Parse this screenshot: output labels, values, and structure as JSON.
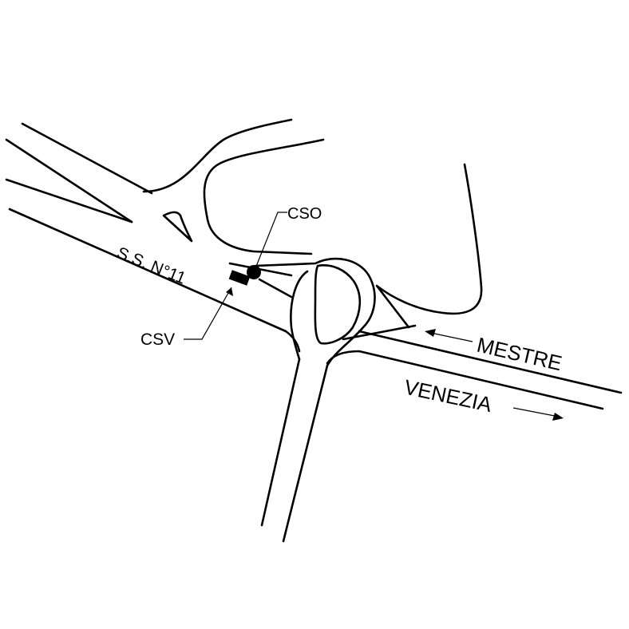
{
  "map": {
    "labels": {
      "road_name": "S.S. N°11",
      "cso": "CSO",
      "csv": "CSV",
      "mestre": "MESTRE",
      "venezia": "VENEZIA"
    },
    "colors": {
      "ink": "#000000",
      "background": "#ffffff"
    }
  }
}
